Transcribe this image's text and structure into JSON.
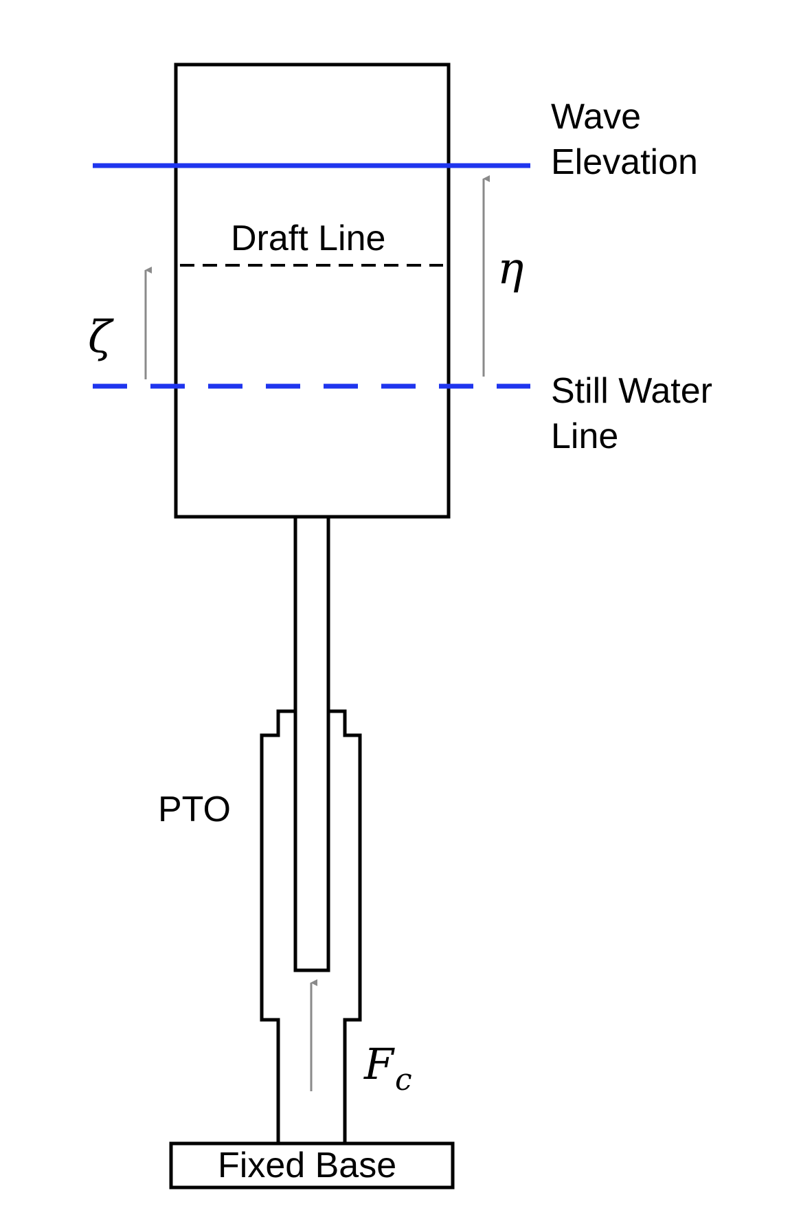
{
  "labels": {
    "wave_elevation_line1": "Wave",
    "wave_elevation_line2": "Elevation",
    "draft_line": "Draft Line",
    "still_water_line1": "Still Water",
    "still_water_line2": "Line",
    "pto": "PTO",
    "fixed_base": "Fixed Base"
  },
  "symbols": {
    "eta": "η",
    "zeta": "ζ",
    "force_main": "F",
    "force_sub": "c"
  },
  "colors": {
    "water_lines": "#1f35ee",
    "outline": "#000000",
    "arrows": "#8a8a8a"
  }
}
